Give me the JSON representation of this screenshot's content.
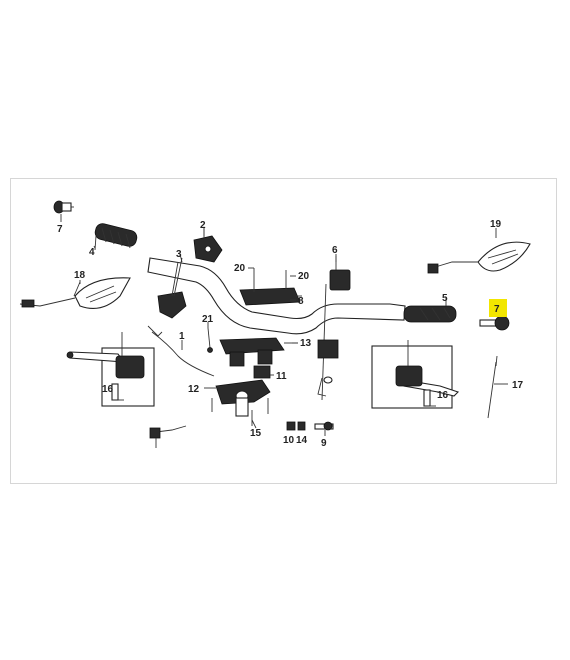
{
  "parts": [
    {
      "id": "callout-7-left",
      "text": "7"
    },
    {
      "id": "callout-4",
      "text": "4"
    },
    {
      "id": "callout-18",
      "text": "18"
    },
    {
      "id": "callout-2",
      "text": "2"
    },
    {
      "id": "callout-3",
      "text": "3"
    },
    {
      "id": "callout-20-left",
      "text": "20"
    },
    {
      "id": "callout-20-right",
      "text": "20"
    },
    {
      "id": "callout-8",
      "text": "8"
    },
    {
      "id": "callout-6",
      "text": "6"
    },
    {
      "id": "callout-19",
      "text": "19"
    },
    {
      "id": "callout-5",
      "text": "5"
    },
    {
      "id": "callout-7-right",
      "text": "7"
    },
    {
      "id": "callout-21",
      "text": "21"
    },
    {
      "id": "callout-13",
      "text": "13"
    },
    {
      "id": "callout-1",
      "text": "1"
    },
    {
      "id": "callout-16-left",
      "text": "16"
    },
    {
      "id": "callout-12",
      "text": "12"
    },
    {
      "id": "callout-11",
      "text": "11"
    },
    {
      "id": "callout-15",
      "text": "15"
    },
    {
      "id": "callout-10",
      "text": "10"
    },
    {
      "id": "callout-14",
      "text": "14"
    },
    {
      "id": "callout-9",
      "text": "9"
    },
    {
      "id": "callout-16-right",
      "text": "16"
    },
    {
      "id": "callout-17",
      "text": "17"
    }
  ],
  "highlight": {
    "part": "7",
    "color": "#f2e600"
  }
}
